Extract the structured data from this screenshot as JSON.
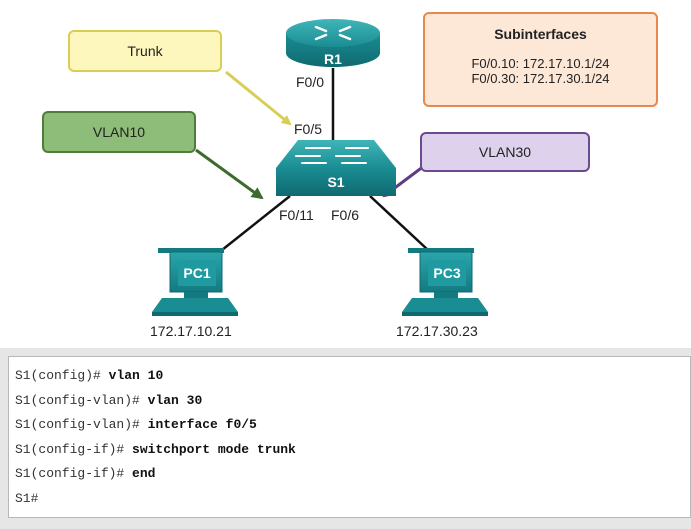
{
  "topology": {
    "router": {
      "name": "R1",
      "port": "F0/0"
    },
    "switch": {
      "name": "S1",
      "uplink_port": "F0/5",
      "port_pc1": "F0/11",
      "port_pc3": "F0/6"
    },
    "pcs": [
      {
        "name": "PC1",
        "ip": "172.17.10.21"
      },
      {
        "name": "PC3",
        "ip": "172.17.30.23"
      }
    ],
    "callouts": {
      "trunk": "Trunk",
      "vlan10": "VLAN10",
      "vlan30": "VLAN30",
      "subinterfaces": {
        "title": "Subinterfaces",
        "lines": [
          "F0/0.10: 172.17.10.1/24",
          "F0/0.30: 172.17.30.1/24"
        ]
      }
    },
    "colors": {
      "device_teal": "#1a8d93",
      "trunk": "#d9ce55",
      "vlan10": "#4e7d3b",
      "vlan30": "#6b4a8f",
      "subinterfaces": "#e8874e"
    }
  },
  "cli": {
    "lines": [
      {
        "prompt": "S1(config)#",
        "command": "vlan 10"
      },
      {
        "prompt": "S1(config-vlan)#",
        "command": "vlan 30"
      },
      {
        "prompt": "S1(config-vlan)#",
        "command": "interface f0/5"
      },
      {
        "prompt": "S1(config-if)#",
        "command": "switchport mode trunk"
      },
      {
        "prompt": "S1(config-if)#",
        "command": "end"
      },
      {
        "prompt": "S1#",
        "command": ""
      }
    ]
  }
}
